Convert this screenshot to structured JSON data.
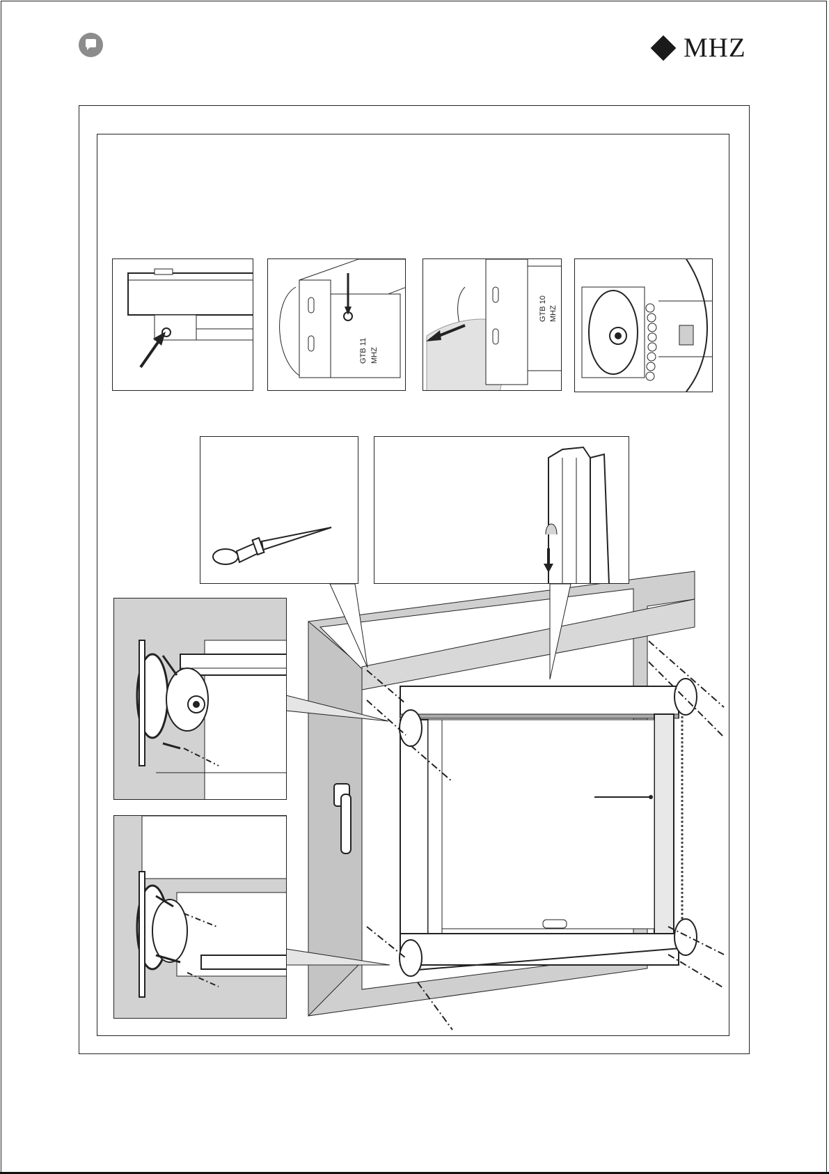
{
  "header": {
    "logo_text": "MHZ",
    "logo_icon": "diamond-icon",
    "badge_icon": "speech-bubble-icon"
  },
  "figures": {
    "step1_icon": "arrow-icon",
    "step2_label": "GTB 11",
    "step2_brand": "MHZ",
    "step3_label": "GTB 10",
    "step3_brand": "MHZ",
    "step4_icon": "chain-icon",
    "tool_icon": "awl-icon",
    "profile_icon": "profile-rail-icon"
  },
  "colors": {
    "line": "#222222",
    "shade": "#d4d4d4",
    "frame_fill": "#c8c8c8"
  }
}
